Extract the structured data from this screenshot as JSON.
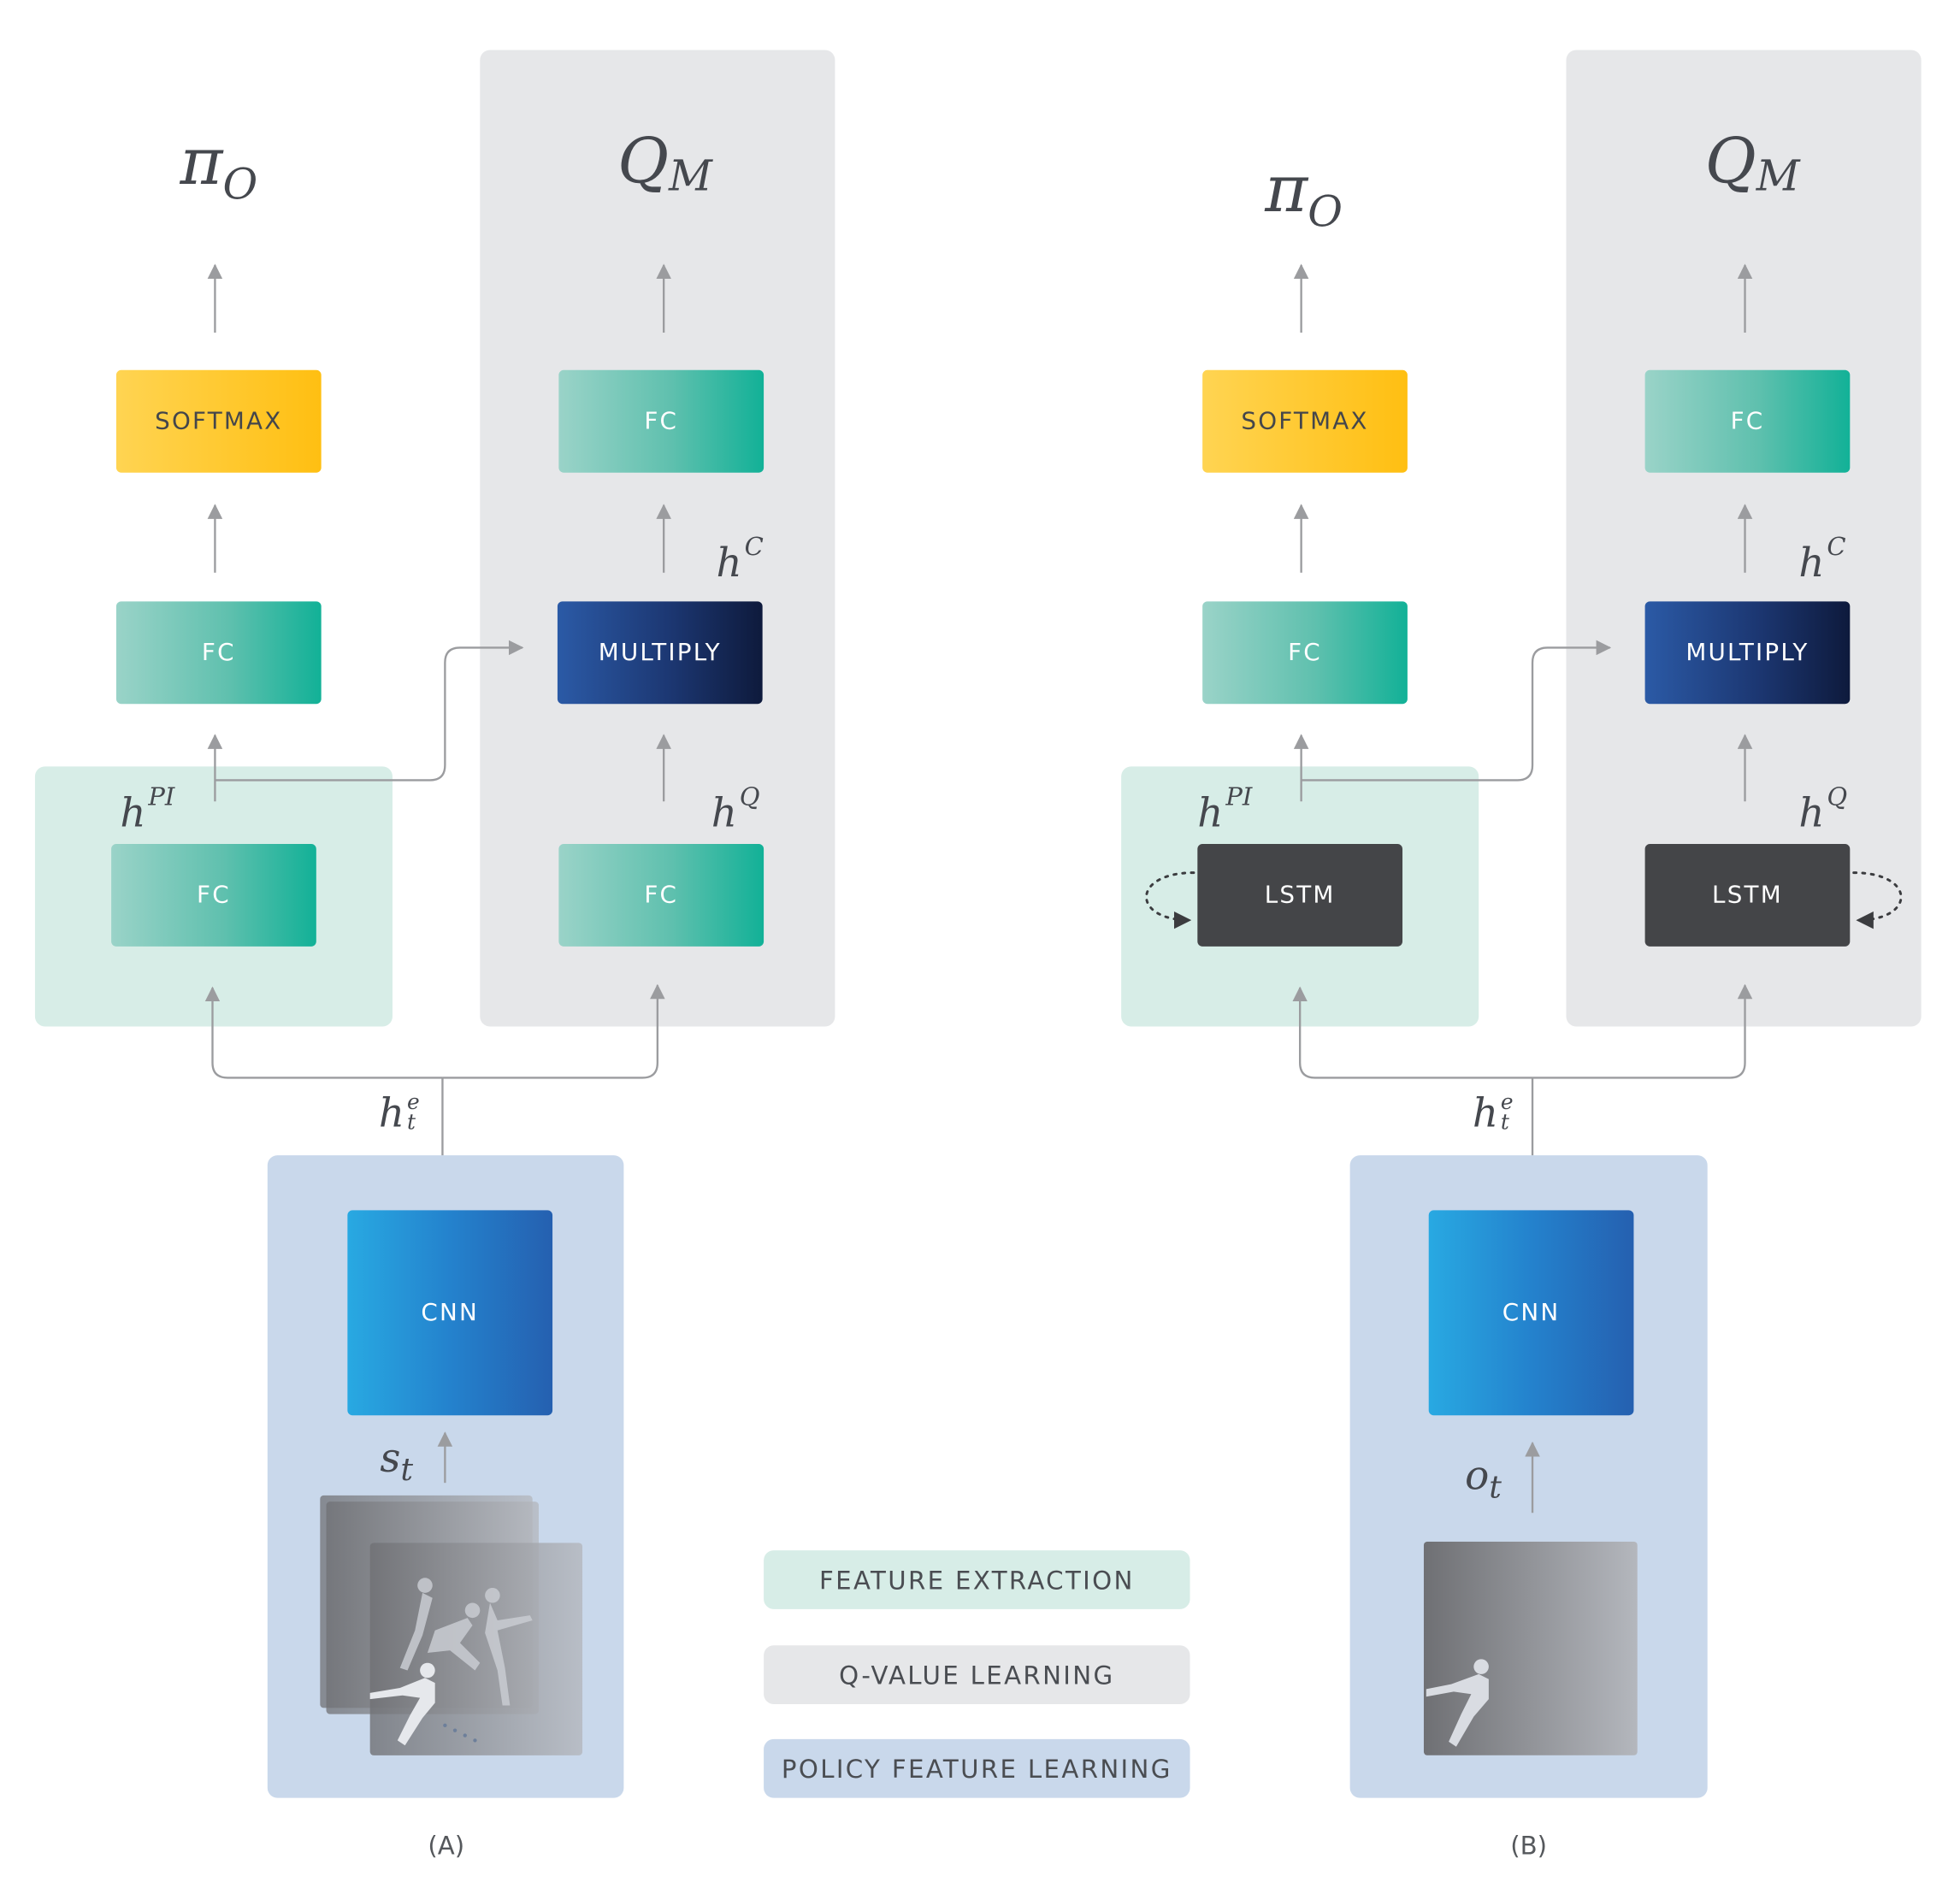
{
  "diagram_a": {
    "caption": "(A)",
    "output_policy": {
      "symbol": "π",
      "subscript": "O"
    },
    "output_q": {
      "symbol": "Q",
      "subscript": "M"
    },
    "softmax_label": "SOFTMAX",
    "fc_policy_label": "FC",
    "fc_feature_label": "FC",
    "fc_q_label": "FC",
    "fc_q_top_label": "FC",
    "multiply_label": "MULTIPLY",
    "cnn_label": "CNN",
    "h_pi": {
      "base": "h",
      "sup": "PI"
    },
    "h_q": {
      "base": "h",
      "sup": "Q"
    },
    "h_c": {
      "base": "h",
      "sup": "C"
    },
    "h_e": {
      "base": "h",
      "sup": "e",
      "sub": "t"
    },
    "input": {
      "base": "s",
      "sub": "t"
    }
  },
  "diagram_b": {
    "caption": "(B)",
    "output_policy": {
      "symbol": "π",
      "subscript": "O"
    },
    "output_q": {
      "symbol": "Q",
      "subscript": "M"
    },
    "softmax_label": "SOFTMAX",
    "fc_policy_label": "FC",
    "fc_q_top_label": "FC",
    "multiply_label": "MULTIPLY",
    "lstm_feature_label": "LSTM",
    "lstm_q_label": "LSTM",
    "cnn_label": "CNN",
    "h_pi": {
      "base": "h",
      "sup": "PI"
    },
    "h_q": {
      "base": "h",
      "sup": "Q"
    },
    "h_c": {
      "base": "h",
      "sup": "C"
    },
    "h_e": {
      "base": "h",
      "sup": "e",
      "sub": "t"
    },
    "input": {
      "base": "o",
      "sub": "t"
    }
  },
  "legend": [
    {
      "label": "FEATURE EXTRACTION",
      "color": "#d7ede7"
    },
    {
      "label": "Q-VALUE LEARNING",
      "color": "#e6e7e9"
    },
    {
      "label": "POLICY FEATURE LEARNING",
      "color": "#c9d8eb"
    }
  ],
  "colors": {
    "fc": "#12b197",
    "softmax": "#ffbf12",
    "multiply": "#1c3772",
    "lstm": "#444548",
    "cnn": "#2482cd",
    "arrow": "#9b9c9f"
  }
}
